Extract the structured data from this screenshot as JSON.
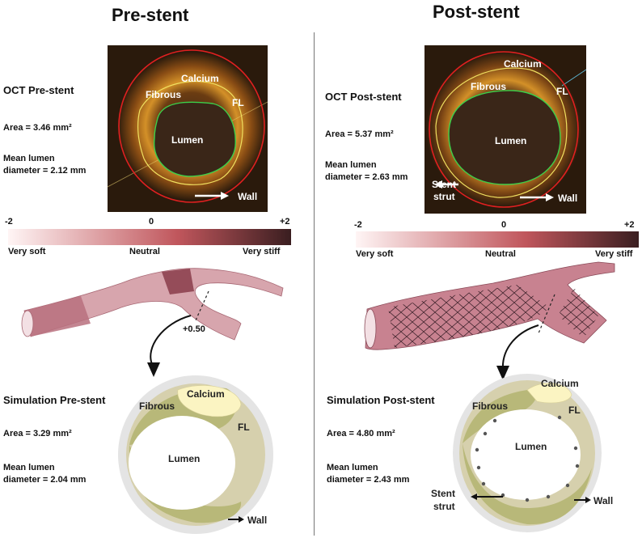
{
  "pre": {
    "title": "Pre-stent",
    "oct_heading": "OCT Pre-stent",
    "oct_area": "Area = 3.46 mm²",
    "oct_mld_1": "Mean lumen",
    "oct_mld_2": "diameter =  2.12 mm",
    "oct_labels": {
      "calcium": "Calcium",
      "fibrous": "Fibrous",
      "fl": "FL",
      "lumen": "Lumen",
      "wall": "Wall"
    },
    "colorbar": {
      "min": "-2",
      "mid": "0",
      "max": "+2",
      "left": "Very soft",
      "center": "Neutral",
      "right": "Very stiff"
    },
    "vessel_marker": "+0.50",
    "sim_heading": "Simulation Pre-stent",
    "sim_area": "Area = 3.29 mm²",
    "sim_mld_1": "Mean lumen",
    "sim_mld_2": "diameter = 2.04 mm",
    "sim_labels": {
      "calcium": "Calcium",
      "fibrous": "Fibrous",
      "fl": "FL",
      "lumen": "Lumen",
      "wall": "Wall"
    }
  },
  "post": {
    "title": "Post-stent",
    "oct_heading": "OCT Post-stent",
    "oct_area": "Area = 5.37 mm²",
    "oct_mld_1": "Mean lumen",
    "oct_mld_2": "diameter = 2.63 mm",
    "oct_labels": {
      "calcium": "Calcium",
      "fibrous": "Fibrous",
      "fl": "FL",
      "lumen": "Lumen",
      "wall": "Wall",
      "strut_1": "Stent",
      "strut_2": "strut"
    },
    "colorbar": {
      "min": "-2",
      "mid": "0",
      "max": "+2",
      "left": "Very soft",
      "center": "Neutral",
      "right": "Very stiff"
    },
    "sim_heading": "Simulation Post-stent",
    "sim_area": "Area = 4.80 mm²",
    "sim_mld_1": "Mean lumen",
    "sim_mld_2": "diameter = 2.43 mm",
    "sim_labels": {
      "calcium": "Calcium",
      "fibrous": "Fibrous",
      "fl": "FL",
      "lumen": "Lumen",
      "wall": "Wall",
      "strut_1": "Stent",
      "strut_2": "strut"
    }
  },
  "colors": {
    "oct_bg": "#2a1a0c",
    "oct_tissue": "#c8801e",
    "red_contour": "#e02020",
    "yellow_contour": "#f0e060",
    "green_contour": "#3cd04a",
    "lumen_dark": "#3a2618",
    "calcium_sim": "#fbf4c2",
    "fibrous_sim": "#b8b879",
    "fl_sim": "#d6d0ad",
    "wall_sim": "#e4e4e4",
    "vessel": "#c8828e",
    "colorbar_low": "#fff5f5",
    "colorbar_mid": "#c0565c",
    "colorbar_high": "#3a1e20"
  }
}
